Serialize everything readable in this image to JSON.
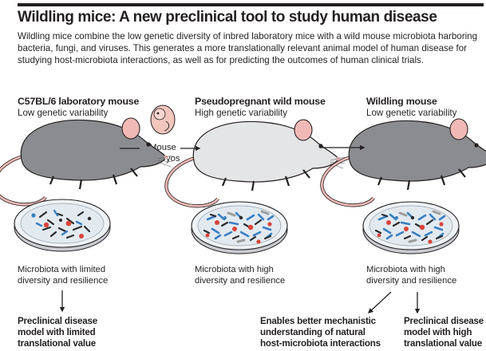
{
  "title": "Wildling mice: A new preclinical tool to study human disease",
  "intro": [
    "Wildling mice combine the low genetic diversity of inbred laboratory mice with a wild mouse microbiota harboring",
    "bacteria, fungi, and viruses. This generates a more translationally relevant animal model of human disease for",
    "studying host-microbiota interactions, as well as for predicting the outcomes of human clinical trials."
  ],
  "stages": [
    {
      "title": "C57BL/6 laboratory mouse",
      "subtitle": "Low genetic variability",
      "microbiota": [
        "Microbiota with limited",
        "diversity and resilience"
      ]
    },
    {
      "title": "Pseudopregnant wild mouse",
      "subtitle": "High genetic variability",
      "microbiota": [
        "Microbiota with high",
        "diversity and resilience"
      ]
    },
    {
      "title": "Wildling mouse",
      "subtitle": "Low genetic variability",
      "microbiota": [
        "Microbiota with high",
        "diversity and resilience"
      ]
    }
  ],
  "transfer": {
    "label": [
      "Mouse",
      "embryos"
    ]
  },
  "outcomes": [
    {
      "lines": [
        "Preclinical disease",
        "model with limited",
        "translational value"
      ]
    },
    {
      "lines": [
        "Enables better mechanistic",
        "understanding of natural",
        "host-microbiota interactions"
      ]
    },
    {
      "lines": [
        "Preclinical disease",
        "model with high",
        "translational value"
      ]
    }
  ],
  "colors": {
    "lab_mouse": "#8a8c8f",
    "wild_mouse": "#e4e5e6",
    "wildling_mouse": "#8a8c8f",
    "ear_tail": "#f1b9b5",
    "microbe_blue": "#3a7fc1",
    "microbe_red": "#d9443a",
    "microbe_dark": "#2b2b2b",
    "microbe_gray": "#9c9c9c"
  }
}
